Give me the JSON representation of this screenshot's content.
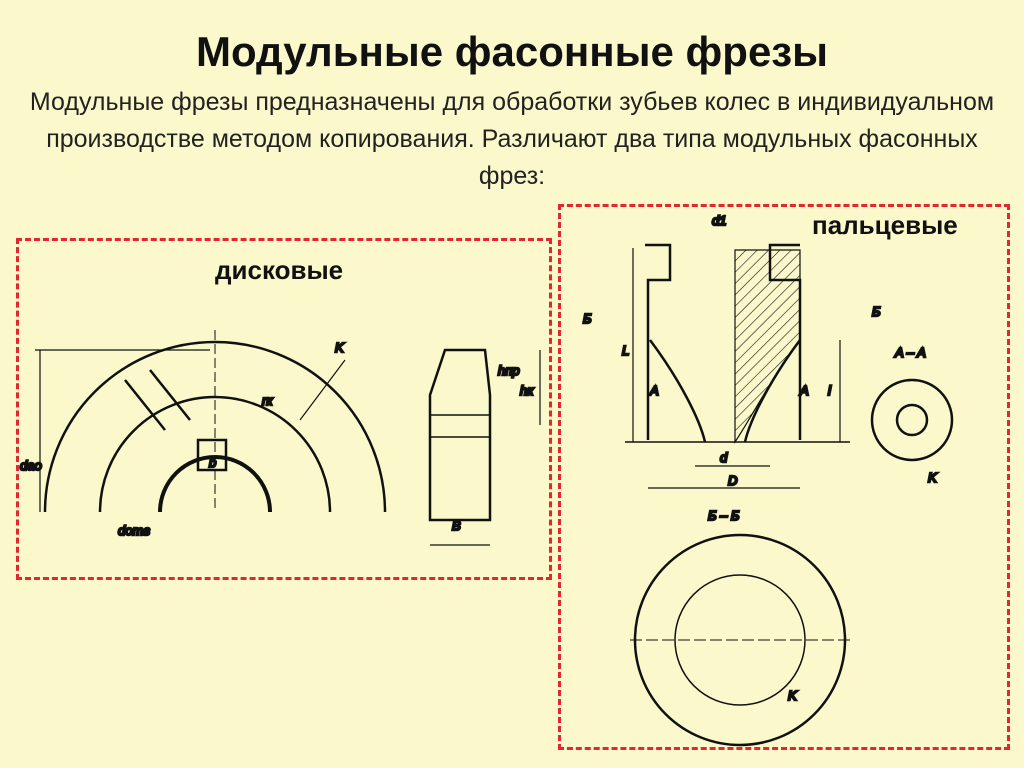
{
  "slide": {
    "title": "Модульные фасонные фрезы",
    "subtitle": "Модульные фрезы предназначены для обработки зубьев колес в индивидуальном производстве методом копирования. Различают два типа модульных фасонных фрез:"
  },
  "disk_section": {
    "label": "дисковые",
    "drawing_labels": {
      "dao": "dao",
      "damd": "dотв",
      "b": "b",
      "B": "B",
      "K": "K",
      "rk": "rк",
      "hpr": "hпр",
      "hk": "hк"
    }
  },
  "finger_section": {
    "label": "пальцевые",
    "drawing_labels": {
      "d1": "d1",
      "d": "d",
      "D": "D",
      "L": "L",
      "l": "l",
      "B1": "Б",
      "B2": "Б",
      "A1": "A",
      "A2": "A",
      "AA": "A – A",
      "BB": "Б – Б",
      "K1": "K",
      "K2": "K"
    }
  },
  "colors": {
    "background": "#FBF8CB",
    "dash": "#E0282E"
  }
}
